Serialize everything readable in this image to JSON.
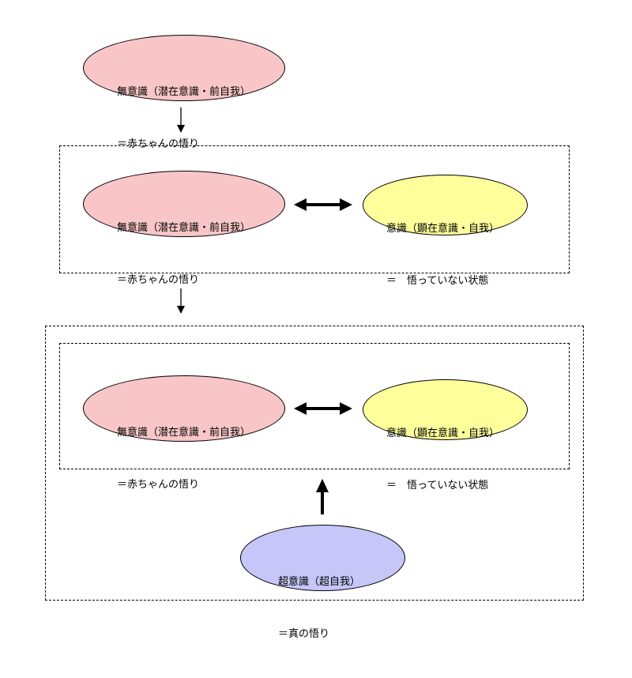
{
  "colors": {
    "unconscious_fill": "#f8c6c6",
    "conscious_fill": "#ffff9c",
    "superconscious_fill": "#c6c6f8",
    "stroke": "#000000"
  },
  "stage1": {
    "unconscious": {
      "line1": "無意識（潜在意識・前自我）",
      "line2": "＝赤ちゃんの悟り"
    }
  },
  "stage2": {
    "unconscious": {
      "line1": "無意識（潜在意識・前自我）",
      "line2": "＝赤ちゃんの悟り"
    },
    "conscious": {
      "line1": "意識（顕在意識・自我）",
      "line2": "＝　悟っていない状態"
    }
  },
  "stage3": {
    "unconscious": {
      "line1": "無意識（潜在意識・前自我）",
      "line2": "＝赤ちゃんの悟り"
    },
    "conscious": {
      "line1": "意識（顕在意識・自我）",
      "line2": "＝　悟っていない状態"
    },
    "superconscious": {
      "line1": "超意識（超自我）",
      "line2": "＝真の悟り"
    }
  }
}
